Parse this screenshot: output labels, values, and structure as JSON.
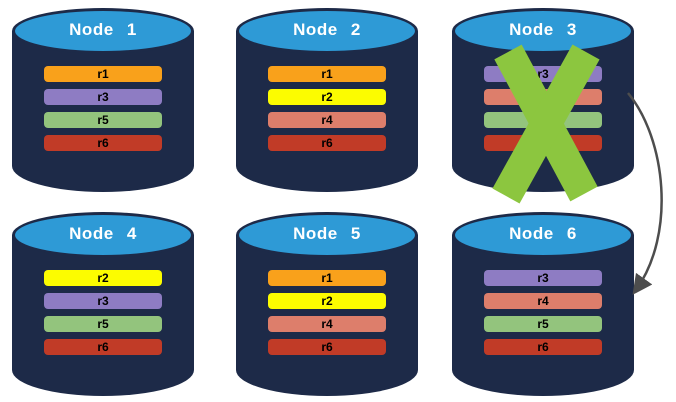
{
  "diagram": {
    "description": "Six database node cylinders holding replica partitions; Node 3 is failed (green X) and its replicas are redirected to Node 6 via a curved arrow.",
    "colors": {
      "page_background": "#ffffff",
      "cylinder_body": "#1d2a48",
      "cylinder_top": "#2e9ad6",
      "node_label_text": "#ffffff",
      "replica_label_text": "#000000",
      "failure_cross": "#8cc63f",
      "arrow": "#4d4d4d"
    },
    "replica_palette": {
      "r1": "#f9a11b",
      "r2": "#fcfc00",
      "r3": "#8e7cc3",
      "r4": "#dd7e6b",
      "r5": "#93c47d",
      "r6": "#c13b27"
    },
    "nodes": [
      {
        "label": "Node 1",
        "failed": false,
        "replicas": [
          {
            "id": "r1",
            "label": "r1",
            "color": "#f9a11b"
          },
          {
            "id": "r3",
            "label": "r3",
            "color": "#8e7cc3"
          },
          {
            "id": "r5",
            "label": "r5",
            "color": "#93c47d"
          },
          {
            "id": "r6",
            "label": "r6",
            "color": "#c13b27"
          }
        ]
      },
      {
        "label": "Node 2",
        "failed": false,
        "replicas": [
          {
            "id": "r1",
            "label": "r1",
            "color": "#f9a11b"
          },
          {
            "id": "r2",
            "label": "r2",
            "color": "#fcfc00"
          },
          {
            "id": "r4",
            "label": "r4",
            "color": "#dd7e6b"
          },
          {
            "id": "r6",
            "label": "r6",
            "color": "#c13b27"
          }
        ]
      },
      {
        "label": "Node 3",
        "failed": true,
        "replicas": [
          {
            "id": "r3",
            "label": "r3",
            "color": "#8e7cc3"
          },
          {
            "id": "r4",
            "label": "",
            "color": "#dd7e6b"
          },
          {
            "id": "r5",
            "label": "",
            "color": "#93c47d"
          },
          {
            "id": "r6",
            "label": "",
            "color": "#c13b27"
          }
        ]
      },
      {
        "label": "Node 4",
        "failed": false,
        "replicas": [
          {
            "id": "r2",
            "label": "r2",
            "color": "#fcfc00"
          },
          {
            "id": "r3",
            "label": "r3",
            "color": "#8e7cc3"
          },
          {
            "id": "r5",
            "label": "r5",
            "color": "#93c47d"
          },
          {
            "id": "r6",
            "label": "r6",
            "color": "#c13b27"
          }
        ]
      },
      {
        "label": "Node 5",
        "failed": false,
        "replicas": [
          {
            "id": "r1",
            "label": "r1",
            "color": "#f9a11b"
          },
          {
            "id": "r2",
            "label": "r2",
            "color": "#fcfc00"
          },
          {
            "id": "r4",
            "label": "r4",
            "color": "#dd7e6b"
          },
          {
            "id": "r6",
            "label": "r6",
            "color": "#c13b27"
          }
        ]
      },
      {
        "label": "Node 6",
        "failed": false,
        "replicas": [
          {
            "id": "r3",
            "label": "r3",
            "color": "#8e7cc3"
          },
          {
            "id": "r4",
            "label": "r4",
            "color": "#dd7e6b"
          },
          {
            "id": "r5",
            "label": "r5",
            "color": "#93c47d"
          },
          {
            "id": "r6",
            "label": "r6",
            "color": "#c13b27"
          }
        ]
      }
    ],
    "failover_arrow": {
      "from": "Node 3",
      "to": "Node 6"
    }
  }
}
